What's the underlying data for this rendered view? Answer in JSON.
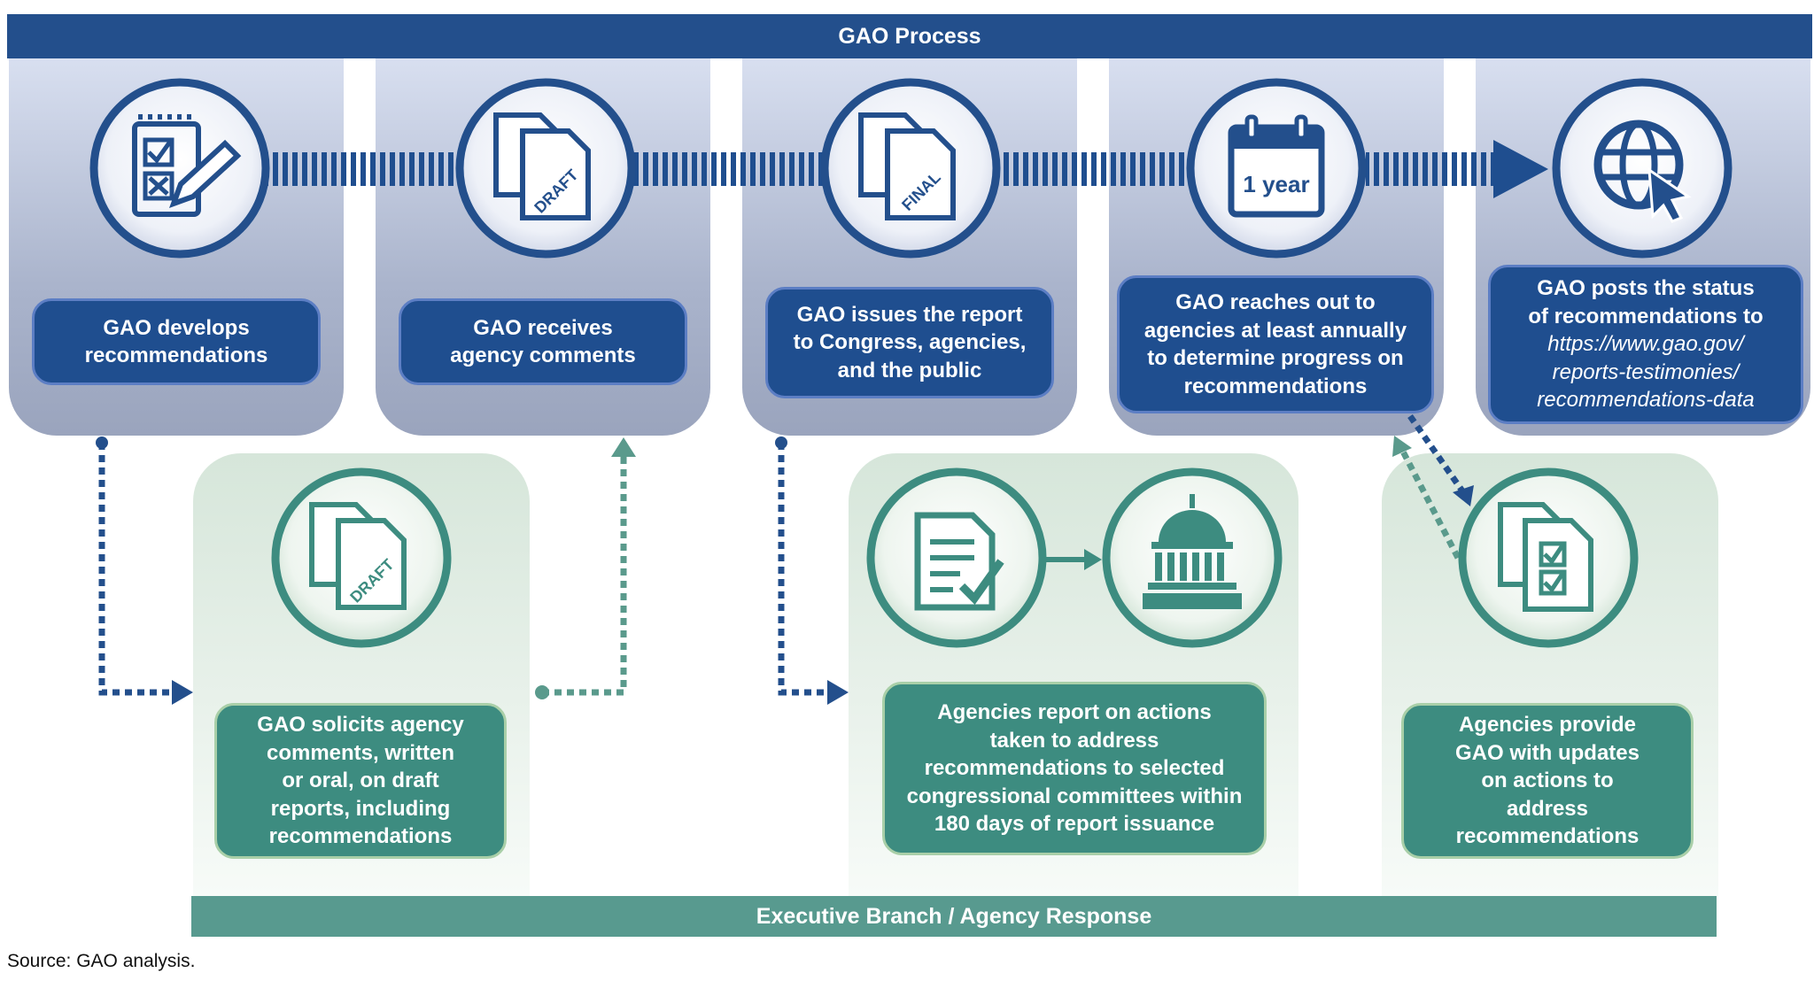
{
  "header": {
    "title": "GAO Process"
  },
  "footer_banner": {
    "title": "Executive Branch / Agency Response"
  },
  "gao_steps": [
    {
      "lines": [
        "GAO develops",
        "recommendations"
      ],
      "icon": "checklist-pencil-icon"
    },
    {
      "lines": [
        "GAO receives",
        "agency comments"
      ],
      "icon": "draft-documents-icon",
      "icon_text": "DRAFT"
    },
    {
      "lines": [
        "GAO issues the report",
        "to Congress, agencies,",
        "and the public"
      ],
      "icon": "final-documents-icon",
      "icon_text": "FINAL"
    },
    {
      "lines": [
        "GAO reaches out to",
        "agencies at least annually",
        "to determine progress on",
        "recommendations"
      ],
      "icon": "calendar-icon",
      "icon_text": "1 year"
    },
    {
      "lines": [
        "GAO posts the status",
        "of recommendations to"
      ],
      "link_lines": [
        "https://www.gao.gov/",
        "reports-testimonies/",
        "recommendations-data"
      ],
      "icon": "globe-cursor-icon"
    }
  ],
  "agency_steps": [
    {
      "lines": [
        "GAO solicits agency",
        "comments, written",
        "or oral, on draft",
        "reports, including",
        "recommendations"
      ],
      "icon": "draft-documents-icon",
      "icon_text": "DRAFT"
    },
    {
      "lines": [
        "Agencies report on actions",
        "taken to address",
        "recommendations to selected",
        "congressional committees within",
        "180 days of report issuance"
      ],
      "icons": [
        "report-check-icon",
        "capitol-icon"
      ]
    },
    {
      "lines": [
        "Agencies provide",
        "GAO with updates",
        "on actions to",
        "address",
        "recommendations"
      ],
      "icon": "checklist-documents-icon"
    }
  ],
  "source_note": "Source: GAO analysis.",
  "colors": {
    "gao_blue": "#234f8c",
    "agency_green": "#589a8f",
    "label_blue": "#1f4e8f",
    "label_green": "#3d8c80"
  }
}
